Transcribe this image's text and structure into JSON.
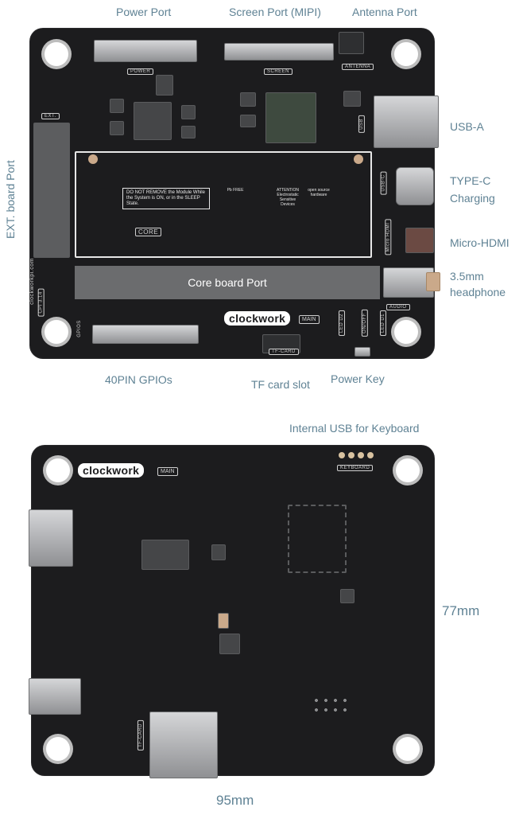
{
  "callouts": {
    "power_port": "Power Port",
    "screen_port": "Screen Port (MIPI)",
    "antenna_port": "Antenna Port",
    "usb_a": "USB-A",
    "type_c_line1": "TYPE-C",
    "type_c_line2": "Charging",
    "micro_hdmi": "Micro-HDMI",
    "headphone_line1": "3.5mm",
    "headphone_line2": "headphone",
    "ext_board_port": "EXT. board Port",
    "gpios_40pin": "40PIN GPIOs",
    "tf_card_slot": "TF card slot",
    "power_key": "Power Key",
    "internal_usb": "Internal USB for Keyboard"
  },
  "dimensions": {
    "height": "77mm",
    "width": "95mm"
  },
  "front": {
    "silk": {
      "power": "POWER",
      "screen": "SCREEN",
      "antenna": "ANTENNA",
      "usb": "USB",
      "usb_c": "USB-C",
      "micro_hdmi": "Micro HDMI",
      "audio": "AUDIO",
      "ext": "EXT.",
      "gpios": "GPIOS",
      "tf_card": "TF-CARD",
      "led_d2": "LED D2",
      "on_off": "ON/OFF",
      "led_d1": "LED D1",
      "cpi": "CPI 3.14",
      "website": "clockworkpi.com",
      "core": "CORE"
    },
    "core_board_port": "Core board Port",
    "warning": "DO NOT REMOVE the Module While the System is ON, or in the SLEEP State.",
    "pb_free": "Pb FREE",
    "attention": "ATTENTION Electrostatic Sensitive Devices",
    "open_source": "open source hardware",
    "brand": "clockwork",
    "main_tag": "MAIN"
  },
  "back": {
    "brand": "clockwork",
    "main_tag": "MAIN",
    "keyboard": "KEYBOARD",
    "tf_card": "TF-CARD"
  }
}
